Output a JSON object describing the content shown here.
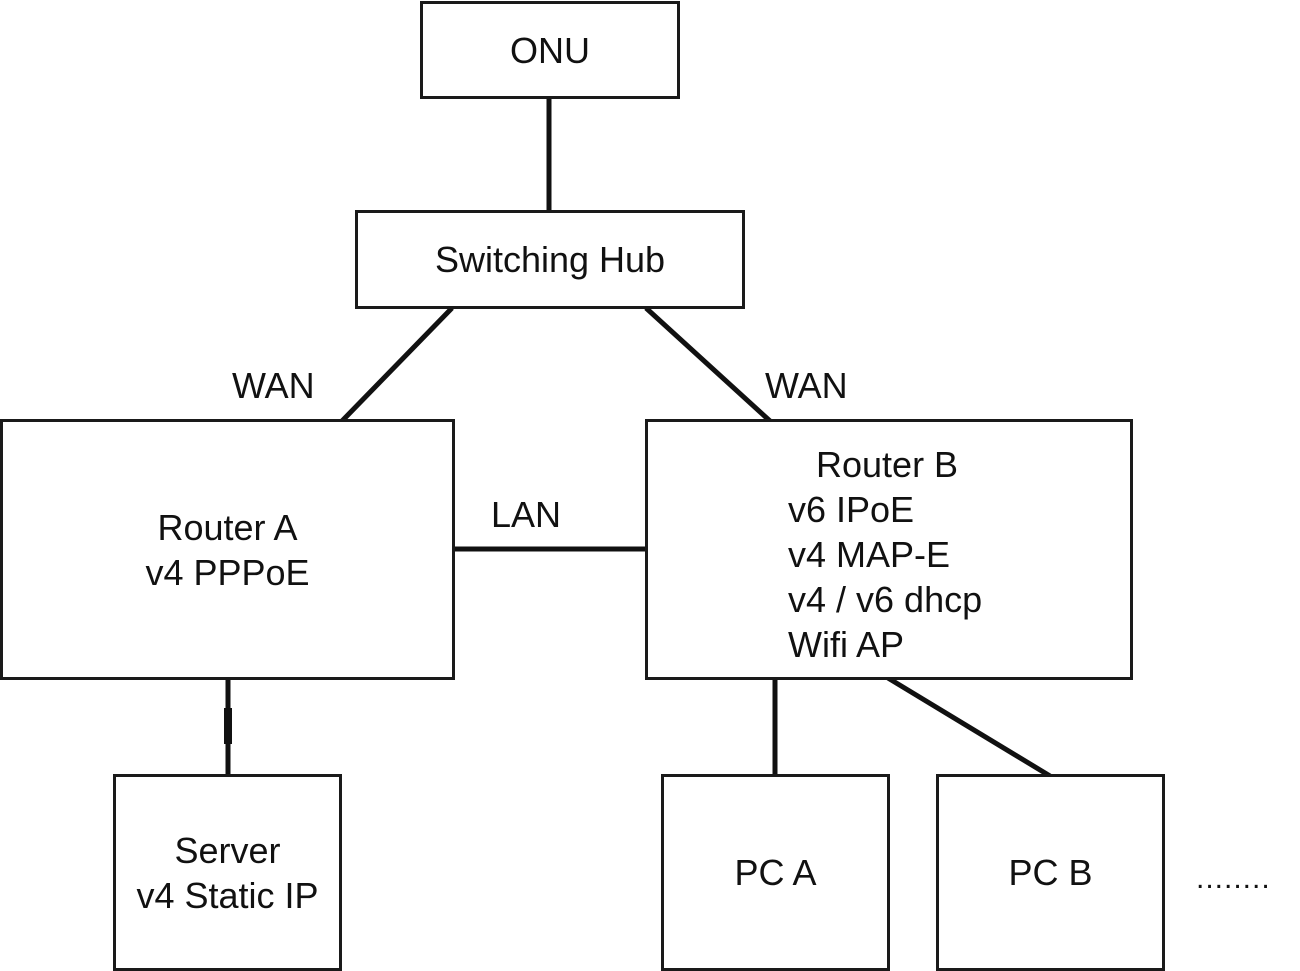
{
  "diagram": {
    "nodes": {
      "onu": {
        "lines": [
          "ONU"
        ]
      },
      "switching_hub": {
        "lines": [
          "Switching Hub"
        ]
      },
      "router_a": {
        "lines": [
          "Router A",
          "v4 PPPoE"
        ]
      },
      "router_b": {
        "lines": [
          "Router B",
          "v6 IPoE",
          "v4 MAP-E",
          "v4 / v6 dhcp",
          "Wifi AP"
        ]
      },
      "server": {
        "lines": [
          "Server",
          "v4 Static IP"
        ]
      },
      "pc_a": {
        "lines": [
          "PC A"
        ]
      },
      "pc_b": {
        "lines": [
          "PC B"
        ]
      }
    },
    "edges": [
      {
        "from": "ONU",
        "to": "Switching Hub",
        "label": ""
      },
      {
        "from": "Switching Hub",
        "to": "Router A",
        "label": "WAN"
      },
      {
        "from": "Switching Hub",
        "to": "Router B",
        "label": "WAN"
      },
      {
        "from": "Router A",
        "to": "Router B",
        "label": "LAN"
      },
      {
        "from": "Router A",
        "to": "Server",
        "label": ""
      },
      {
        "from": "Router B",
        "to": "PC A",
        "label": ""
      },
      {
        "from": "Router B",
        "to": "PC B",
        "label": ""
      }
    ],
    "labels": {
      "wan_left": "WAN",
      "wan_right": "WAN",
      "lan": "LAN"
    },
    "continuation": "........"
  }
}
